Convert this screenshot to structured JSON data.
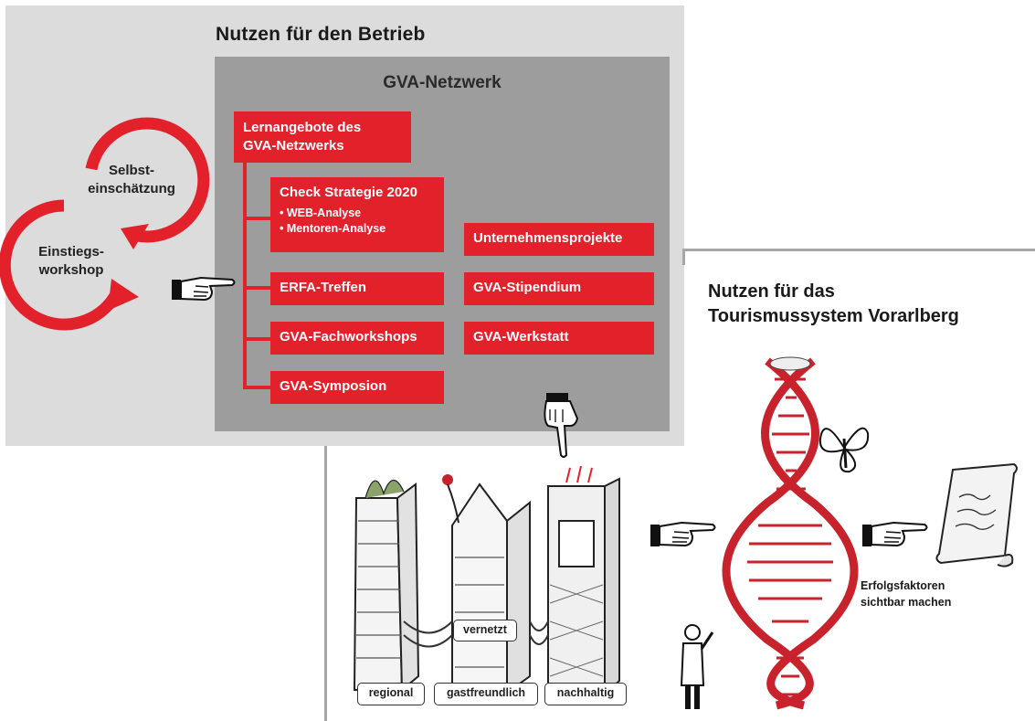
{
  "betrieb": {
    "title": "Nutzen für den Betrieb",
    "network_title": "GVA-Netzwerk",
    "cycle": {
      "label_top_line1": "Selbst-",
      "label_top_line2": "einschätzung",
      "label_bottom_line1": "Einstiegs-",
      "label_bottom_line2": "workshop"
    },
    "lernangebote": {
      "line1": "Lernangebote des",
      "line2": "GVA-Netzwerks"
    },
    "check": {
      "title": "Check Strategie 2020",
      "bullet1": "• WEB-Analyse",
      "bullet2": "• Mentoren-Analyse"
    },
    "left_items": [
      "ERFA-Treffen",
      "GVA-Fachworkshops",
      "GVA-Symposion"
    ],
    "right_items": [
      "Unternehmensprojekte",
      "GVA-Stipendium",
      "GVA-Werkstatt"
    ]
  },
  "tourismus": {
    "title_line1": "Nutzen für das",
    "title_line2": "Tourismussystem Vorarlberg",
    "caption_line1": "Erfolgsfaktoren",
    "caption_line2": "sichtbar machen",
    "tower_labels": [
      "regional",
      "gastfreundlich",
      "nachhaltig"
    ],
    "bridge_label": "vernetzt"
  },
  "colors": {
    "accent_red": "#e3212b",
    "panel_light": "#dcdcdd",
    "panel_dark": "#9d9d9e"
  },
  "icons": [
    "pointing-hand-icon",
    "cycle-arrows-icon",
    "dna-helix-icon",
    "towers-illustration-icon",
    "scroll-icon"
  ]
}
